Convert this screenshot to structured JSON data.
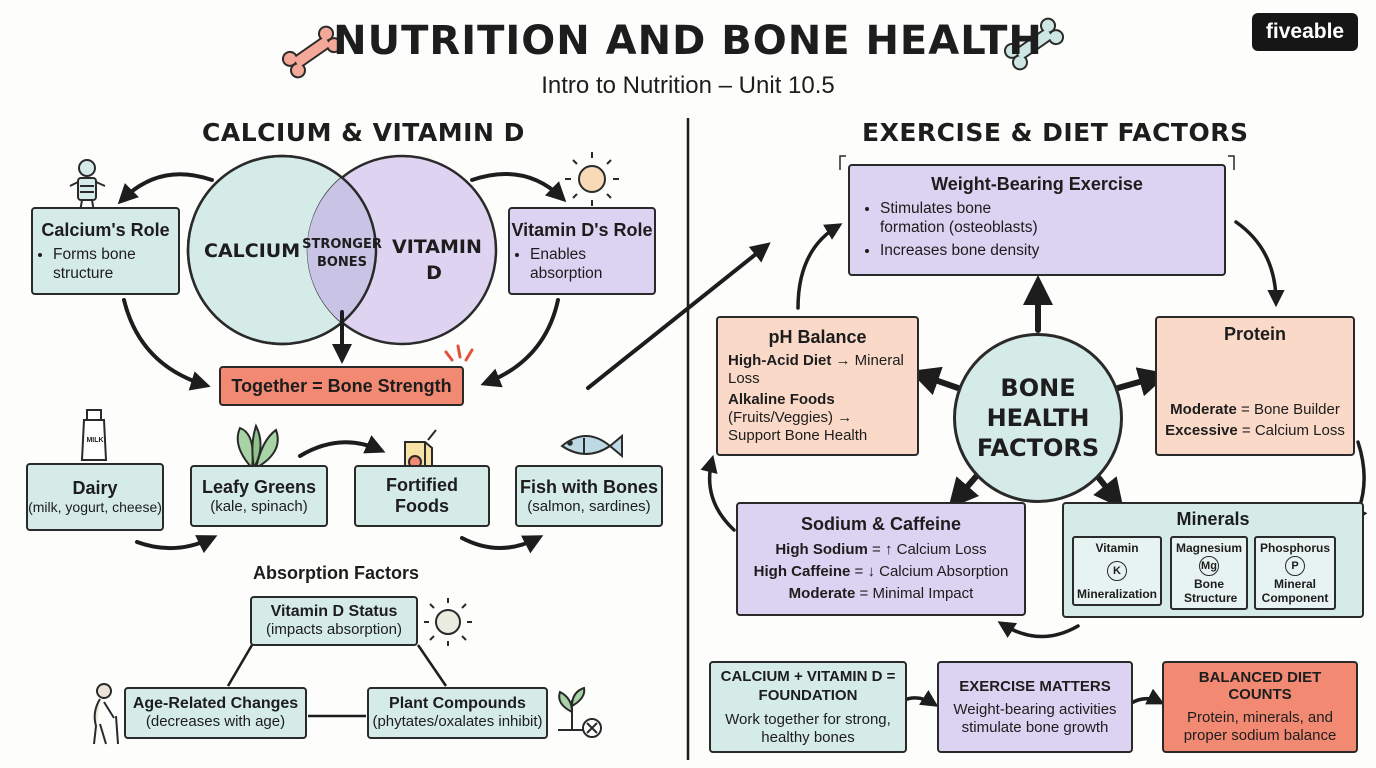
{
  "header": {
    "title": "NUTRITION AND BONE HEALTH",
    "subtitle": "Intro to Nutrition – Unit 10.5",
    "logo": "fiveable"
  },
  "left": {
    "section_title": "CALCIUM & VITAMIN D",
    "calcium_role": {
      "title": "Calcium's Role",
      "bullet": "Forms bone structure"
    },
    "vitamin_d_role": {
      "title": "Vitamin D's Role",
      "bullet": "Enables absorption"
    },
    "venn": {
      "left": "CALCIUM",
      "overlap": "STRONGER BONES",
      "right": "VITAMIN D"
    },
    "together": "Together = Bone Strength",
    "milk_label": "MILK",
    "foods": [
      {
        "title": "Dairy",
        "sub": "(milk, yogurt, cheese)"
      },
      {
        "title": "Leafy Greens",
        "sub": "(kale, spinach)"
      },
      {
        "title": "Fortified Foods",
        "sub": ""
      },
      {
        "title": "Fish with Bones",
        "sub": "(salmon, sardines)"
      }
    ],
    "absorption": {
      "title": "Absorption Factors",
      "vitamin_d": {
        "title": "Vitamin D Status",
        "sub": "(impacts absorption)"
      },
      "age": {
        "title": "Age-Related Changes",
        "sub": "(decreases with age)"
      },
      "plant": {
        "title": "Plant Compounds",
        "sub": "(phytates/oxalates inhibit)"
      }
    }
  },
  "right": {
    "section_title": "EXERCISE & DIET FACTORS",
    "hub": [
      "BONE",
      "HEALTH",
      "FACTORS"
    ],
    "weight_bearing": {
      "title": "Weight-Bearing Exercise",
      "bullets": [
        "Stimulates bone formation (osteoblasts)",
        "Increases bone density"
      ]
    },
    "ph_balance": {
      "title": "pH Balance",
      "line1_bold": "High-Acid Diet",
      "line1_rest": "→ Mineral Loss",
      "line2_bold": "Alkaline Foods",
      "line2_rest": "(Fruits/Veggies) → Support Bone Health"
    },
    "protein": {
      "title": "Protein",
      "line1_bold": "Moderate",
      "line1_rest": "= Bone Builder",
      "line2_bold": "Excessive",
      "line2_rest": "= Calcium Loss"
    },
    "sodium": {
      "title": "Sodium & Caffeine",
      "rows": [
        {
          "bold": "High Sodium",
          "rest": "= ↑ Calcium Loss"
        },
        {
          "bold": "High Caffeine",
          "rest": "= ↓ Calcium Absorption"
        },
        {
          "bold": "Moderate",
          "rest": "= Minimal Impact"
        }
      ]
    },
    "minerals": {
      "title": "Minerals",
      "items": [
        {
          "name": "Vitamin",
          "symbol": "K",
          "role": "Mineralization"
        },
        {
          "name": "Magnesium",
          "symbol": "Mg",
          "role": "Bone Structure"
        },
        {
          "name": "Phosphorus",
          "symbol": "P",
          "role": "Mineral Component"
        }
      ]
    },
    "summary": [
      {
        "title": "CALCIUM + VITAMIN D = FOUNDATION",
        "sub": "Work together for strong, healthy bones"
      },
      {
        "title": "EXERCISE MATTERS",
        "sub": "Weight-bearing activities stimulate bone growth"
      },
      {
        "title": "BALANCED DIET COUNTS",
        "sub": "Protein, minerals, and proper sodium balance"
      }
    ]
  },
  "colors": {
    "teal": "#d5ebe8",
    "purple": "#dcd2f1",
    "peach": "#fad9c8",
    "salmon": "#f28a73",
    "ink": "#2a2a2a"
  }
}
